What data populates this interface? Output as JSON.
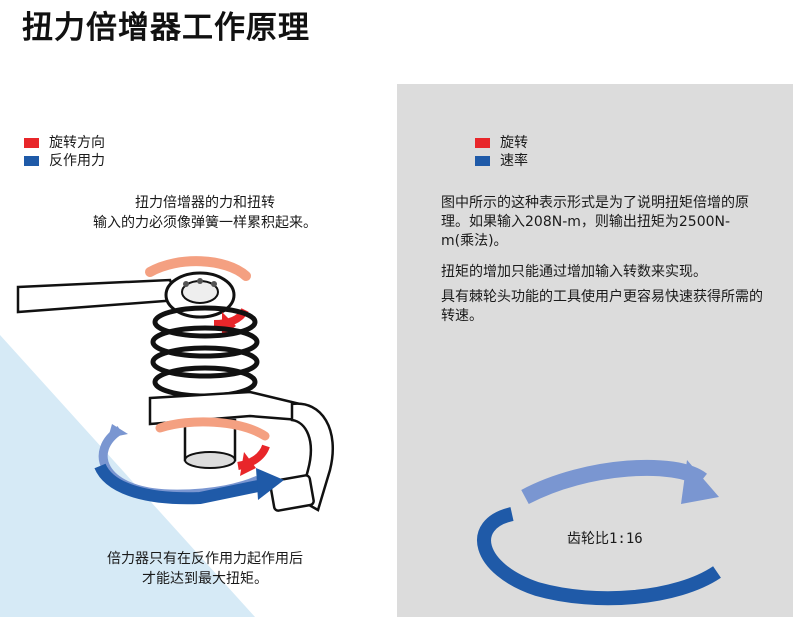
{
  "title": "扭力倍增器工作原理",
  "colors": {
    "red": "#e8262a",
    "blue": "#1f5aa8",
    "panel_bg": "#dcdcdc",
    "light_blue_bg": "#d6eaf6"
  },
  "left": {
    "legend": [
      {
        "label": "旋转方向",
        "color": "#e8262a"
      },
      {
        "label": "反作用力",
        "color": "#1f5aa8"
      }
    ],
    "caption_top": [
      "扭力倍增器的力和扭转",
      "输入的力必须像弹簧一样累积起来。"
    ],
    "caption_bottom": [
      "倍力器只有在反作用力起作用后",
      "才能达到最大扭矩。"
    ]
  },
  "right": {
    "legend": [
      {
        "label": "旋转",
        "color": "#e8262a"
      },
      {
        "label": "速率",
        "color": "#1f5aa8"
      }
    ],
    "paragraphs": [
      "图中所示的这种表示形式是为了说明扭矩倍增的原理。如果输入208N-m，则输出扭矩为2500N-m(乘法)。",
      "扭矩的增加只能通过增加输入转数来实现。",
      "具有棘轮头功能的工具使用户更容易快速获得所需的转速。"
    ],
    "gear_ratio_label": "齿轮比1:16"
  }
}
